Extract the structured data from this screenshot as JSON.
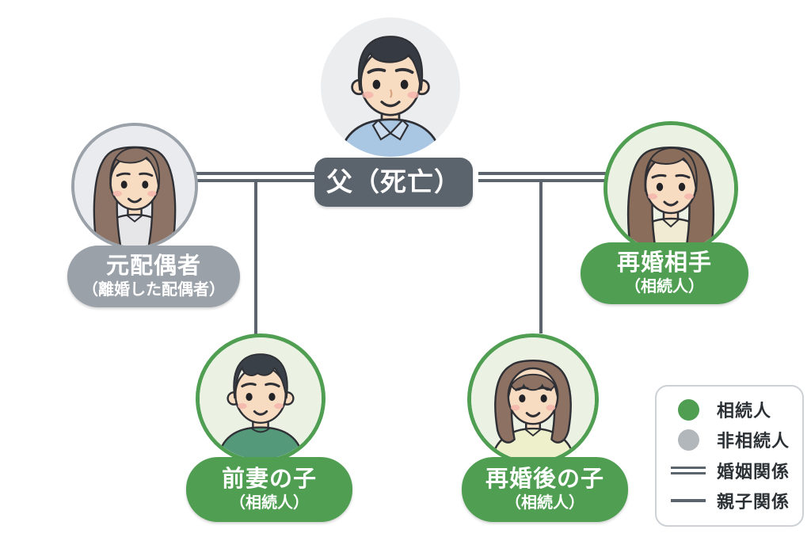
{
  "nodes": {
    "father": {
      "label": "父（死亡）",
      "avatar": "man-portrait-icon"
    },
    "ex_spouse": {
      "title": "元配偶者",
      "subtitle": "（離婚した配偶者）",
      "avatar": "woman-long-hair-portrait-icon"
    },
    "new_spouse": {
      "title": "再婚相手",
      "subtitle": "（相続人）",
      "avatar": "woman-portrait-icon"
    },
    "child_of_ex": {
      "title": "前妻の子",
      "subtitle": "（相続人）",
      "avatar": "boy-portrait-icon"
    },
    "child_of_new": {
      "title": "再婚後の子",
      "subtitle": "（相続人）",
      "avatar": "girl-portrait-icon"
    }
  },
  "legend": {
    "items": [
      {
        "marker": "green-circle-icon",
        "label": "相続人"
      },
      {
        "marker": "gray-circle-icon",
        "label": "非相続人"
      },
      {
        "marker": "double-line-icon",
        "label": "婚姻関係"
      },
      {
        "marker": "single-line-icon",
        "label": "親子関係"
      }
    ]
  },
  "colors": {
    "heir_green": "#4f9e52",
    "non_heir_gray": "#9aa1a9",
    "deceased_gray": "#5b636c",
    "relation_line": "#5c646e",
    "legend_gray": "#b2b7bc",
    "heir_fill": "#ebf2e3",
    "neutral_fill": "#ecedef"
  }
}
